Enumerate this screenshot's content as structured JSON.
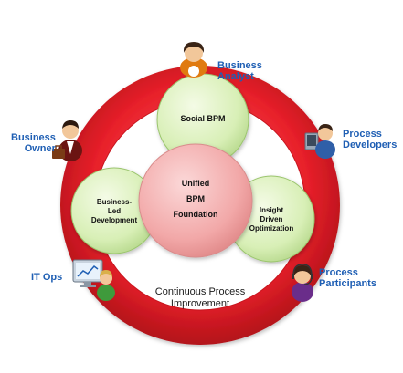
{
  "diagram": {
    "center": {
      "lines": [
        "Unified",
        "BPM",
        "Foundation"
      ]
    },
    "circles": {
      "top": {
        "lines": [
          "Social BPM"
        ]
      },
      "left": {
        "lines": [
          "Business-",
          "Led",
          "Development"
        ]
      },
      "right": {
        "lines": [
          "Insight",
          "Driven",
          "Optimization"
        ]
      }
    },
    "ring": {
      "lines": [
        "Continuous Process",
        "Improvement"
      ]
    },
    "roles": {
      "business_analyst": [
        "Business",
        "Analyst"
      ],
      "business_owner": [
        "Business",
        "Owner"
      ],
      "process_developers": [
        "Process",
        "Developers"
      ],
      "it_ops": [
        "IT Ops"
      ],
      "process_participants": [
        "Process",
        "Participants"
      ]
    },
    "icons": {
      "business_analyst": "businesswoman-icon",
      "business_owner": "businessman-briefcase-icon",
      "process_developers": "developer-at-computer-icon",
      "it_ops": "monitor-chart-user-icon",
      "process_participants": "headset-user-icon"
    },
    "colors": {
      "ring": "#e8202a",
      "inner_circle": "#d8efb6",
      "center_circle": "#f2a8a8",
      "role_text": "#1f5fb4"
    }
  }
}
